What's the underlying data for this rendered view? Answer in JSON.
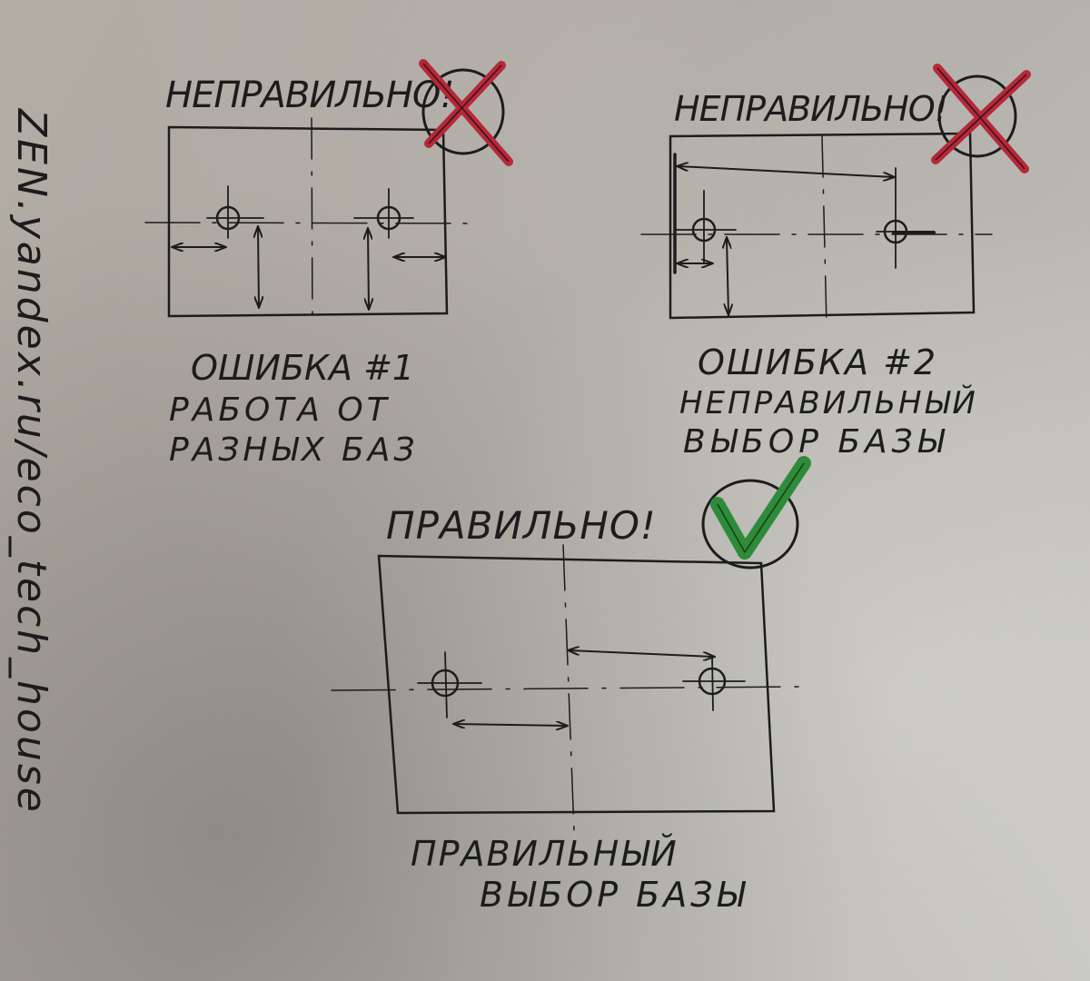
{
  "watermark": "ZEN.yandex.ru/eco_tech_house",
  "panels": {
    "wrong1": {
      "title": "НЕПРАВИЛЬНО!",
      "caption_line1": "ОШИБКА #1",
      "caption_line2": "РАБОТА ОТ",
      "caption_line3": "РАЗНЫХ БАЗ"
    },
    "wrong2": {
      "title": "НЕПРАВИЛЬНО!",
      "caption_line1": "ОШИБКА #2",
      "caption_line2": "НЕПРАВИЛЬНЫЙ",
      "caption_line3": "ВЫБОР БАЗЫ"
    },
    "right": {
      "title": "ПРАВИЛЬНО!",
      "caption_line1": "ПРАВИЛЬНЫЙ",
      "caption_line2": "ВЫБОР БАЗЫ"
    }
  },
  "colors": {
    "ink": "#1c1c1c",
    "cross": "#b5283a",
    "check": "#2e8b3a"
  }
}
